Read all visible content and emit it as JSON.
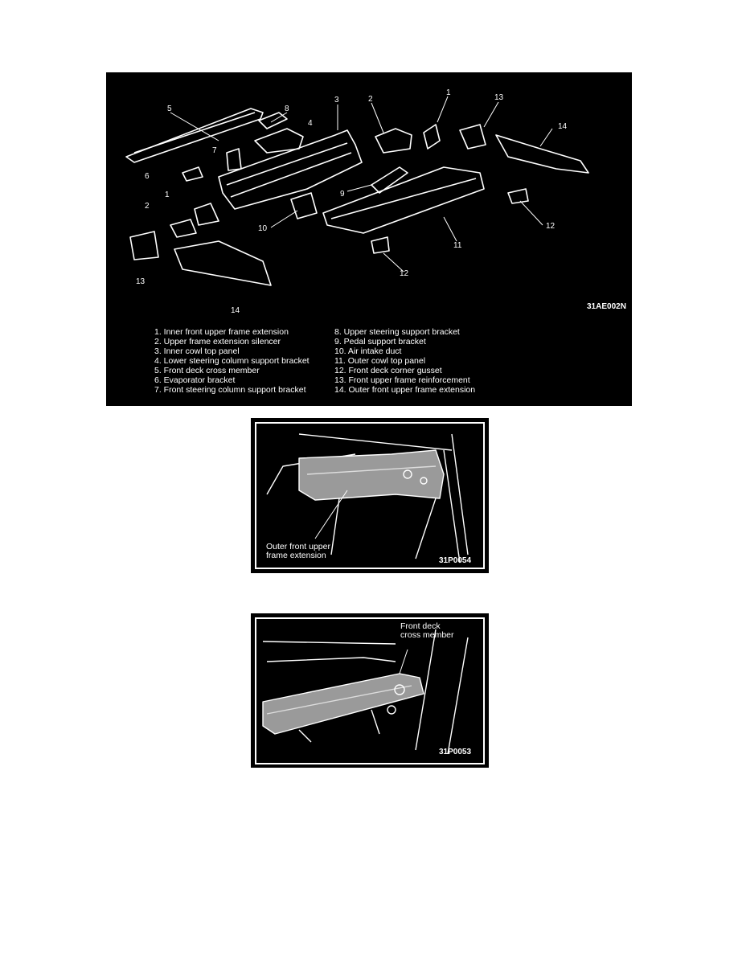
{
  "figure1": {
    "id": "31AE002N",
    "callouts": [
      "1",
      "2",
      "3",
      "4",
      "5",
      "6",
      "7",
      "8",
      "9",
      "10",
      "11",
      "12",
      "13",
      "14",
      "1",
      "2",
      "12",
      "13",
      "14"
    ],
    "legend_left": [
      "1.  Inner front upper frame extension",
      "2.  Upper frame extension silencer",
      "3.  Inner cowl top panel",
      "4.  Lower steering column support bracket",
      "5.  Front deck cross member",
      "6.  Evaporator bracket",
      "7.  Front steering column support bracket"
    ],
    "legend_right": [
      "8.  Upper steering support bracket",
      "9.  Pedal support bracket",
      "10. Air intake duct",
      "11. Outer cowl top panel",
      "12. Front deck corner gusset",
      "13. Front upper frame reinforcement",
      "14. Outer front upper frame extension"
    ]
  },
  "figure2": {
    "id": "31P0054",
    "label_line1": "Outer front upper",
    "label_line2": "frame extension"
  },
  "figure3": {
    "id": "31P0053",
    "label_line1": "Front deck",
    "label_line2": "cross member"
  }
}
